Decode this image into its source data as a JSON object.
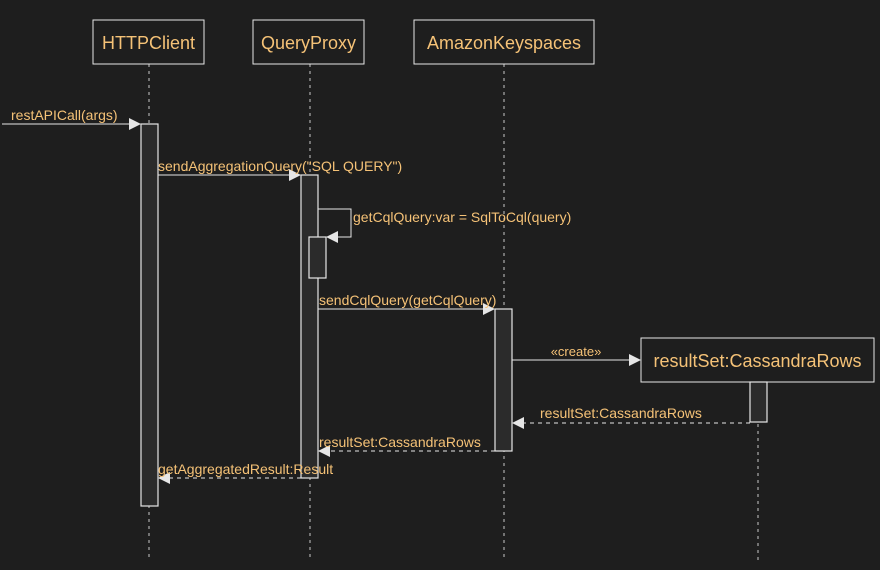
{
  "colors": {
    "background": "#1e1e1e",
    "line": "#c8c8c8",
    "text": "#f5c277",
    "activation_fill": "#2b2b2b"
  },
  "participants": [
    {
      "id": "http",
      "label": "HTTPClient"
    },
    {
      "id": "proxy",
      "label": "QueryProxy"
    },
    {
      "id": "keyspaces",
      "label": "AmazonKeyspaces"
    },
    {
      "id": "result",
      "label": "resultSet:CassandraRows"
    }
  ],
  "messages": [
    {
      "id": "m1",
      "label": "restAPICall(args)",
      "from": "external",
      "to": "http",
      "kind": "sync"
    },
    {
      "id": "m2",
      "label": "sendAggregationQuery(\"SQL QUERY\")",
      "from": "http",
      "to": "proxy",
      "kind": "sync"
    },
    {
      "id": "m3",
      "label": "getCqlQuery:var = SqlToCql(query)",
      "from": "proxy",
      "to": "proxy",
      "kind": "self"
    },
    {
      "id": "m4",
      "label": "sendCqlQuery(getCqlQuery)",
      "from": "proxy",
      "to": "keyspaces",
      "kind": "sync"
    },
    {
      "id": "m5",
      "label": "«create»",
      "from": "keyspaces",
      "to": "result",
      "kind": "create"
    },
    {
      "id": "m6",
      "label": "resultSet:CassandraRows",
      "from": "result",
      "to": "keyspaces",
      "kind": "return"
    },
    {
      "id": "m7",
      "label": "resultSet:CassandraRows",
      "from": "keyspaces",
      "to": "proxy",
      "kind": "return"
    },
    {
      "id": "m8",
      "label": "getAggregatedResult:Result",
      "from": "proxy",
      "to": "http",
      "kind": "return"
    }
  ]
}
